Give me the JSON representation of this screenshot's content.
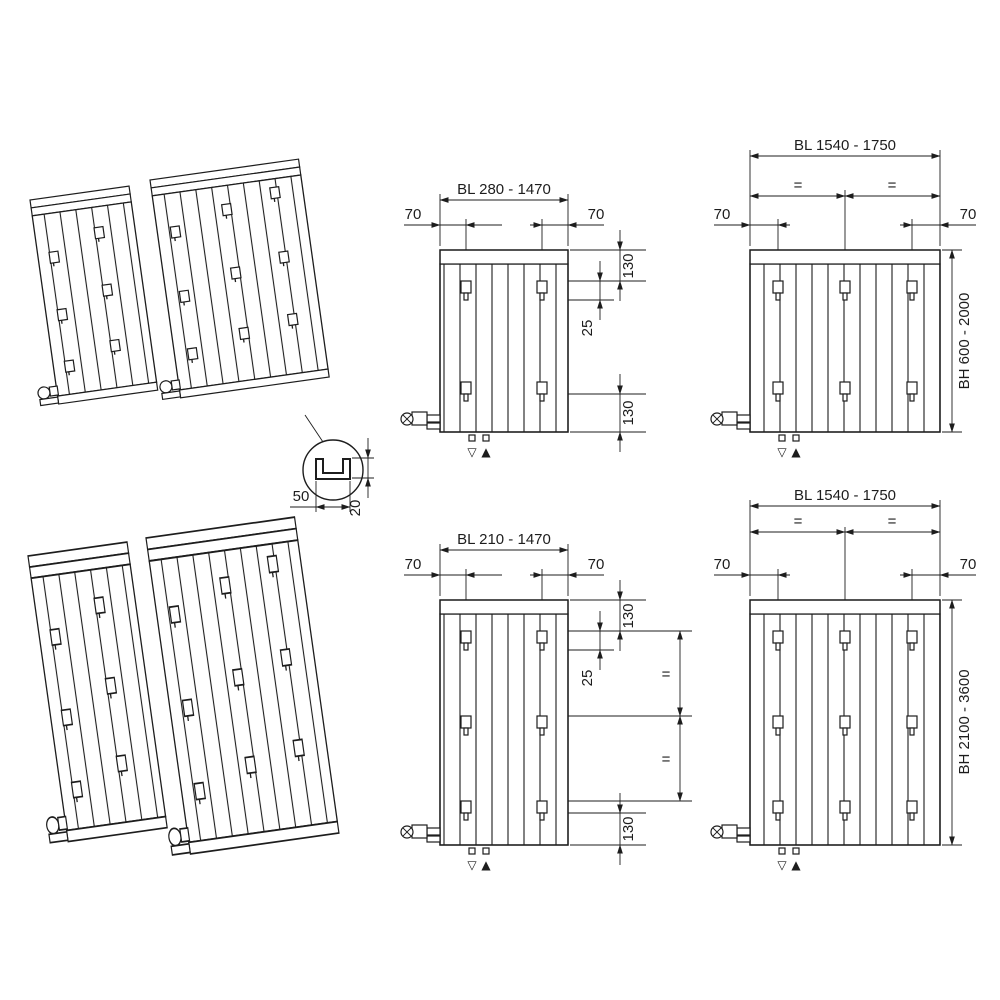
{
  "page": {
    "background": "#ffffff",
    "line_color": "#1d1d1d"
  },
  "detail_callout": {
    "width": "50",
    "depth": "20"
  },
  "views": {
    "top_small": {
      "bl": "BL 280 - 1470",
      "offset_left": "70",
      "offset_right": "70",
      "dim_top": "130",
      "dim_pitch": "25",
      "dim_bottom": "130",
      "vent_down": "▽",
      "vent_up": "▲"
    },
    "top_large": {
      "bl": "BL 1540 - 1750",
      "eq_left": "=",
      "eq_right": "=",
      "offset_left": "70",
      "offset_right": "70",
      "bh": "BH 600 - 2000",
      "vent_down": "▽",
      "vent_up": "▲"
    },
    "bottom_small": {
      "bl": "BL 210 - 1470",
      "offset_left": "70",
      "offset_right": "70",
      "dim_top": "130",
      "dim_pitch": "25",
      "eq_upper": "=",
      "eq_lower": "=",
      "dim_bottom": "130",
      "vent_down": "▽",
      "vent_up": "▲"
    },
    "bottom_large": {
      "bl": "BL 1540 - 1750",
      "eq_left": "=",
      "eq_right": "=",
      "offset_left": "70",
      "offset_right": "70",
      "bh": "BH 2100 - 3600",
      "vent_down": "▽",
      "vent_up": "▲"
    }
  }
}
